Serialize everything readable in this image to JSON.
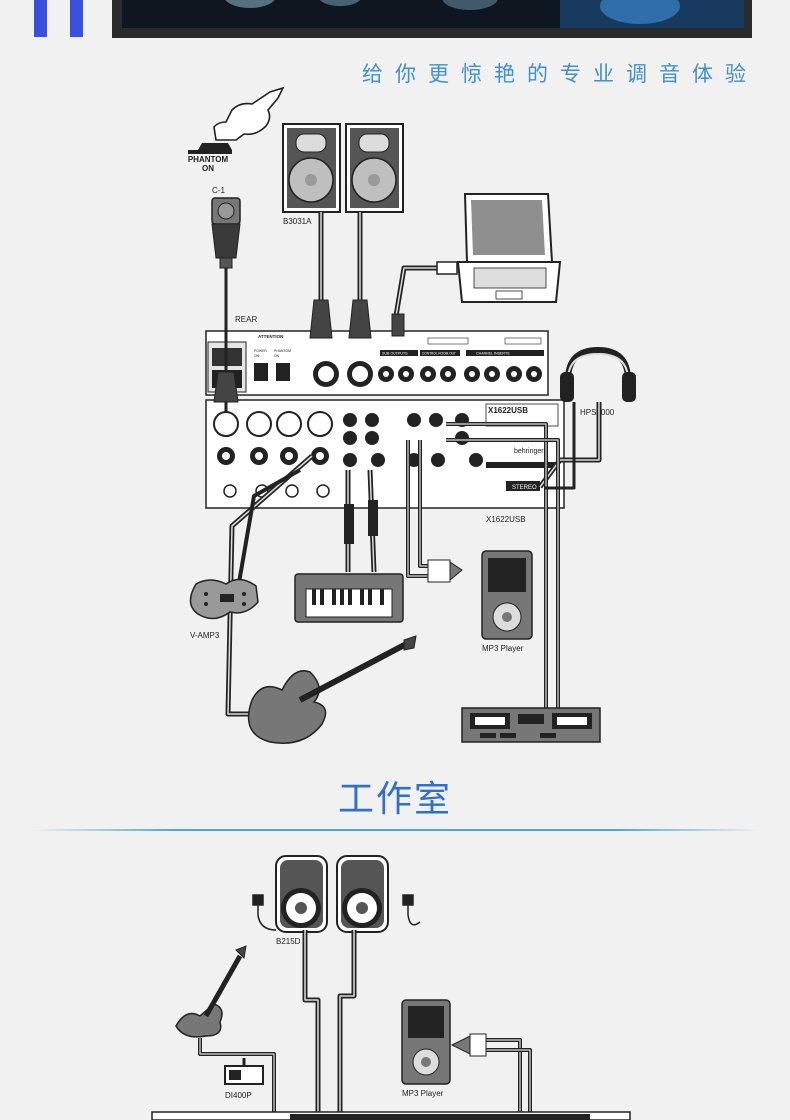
{
  "header": {
    "slogan": "给你更惊艳的专业调音体验"
  },
  "setup_diagram": {
    "labels": {
      "phantom": [
        "PHANTOM",
        "ON"
      ],
      "mic": "C-1",
      "monitors": "B3031A",
      "rear": "REAR",
      "headphones": "HPS3000",
      "mixer": "X1622USB",
      "amp_modeler": "V-AMP3",
      "mp3_player": "MP3 Player"
    },
    "mixer_panel": {
      "brand": "behringer",
      "model": "X1622USB",
      "stereo": "STEREO",
      "attention": "ATTENTION",
      "sub_outputs": "SUB OUTPUTS",
      "control_room_out": "CONTROL ROOM OUT",
      "channel_inserts": "CHANNEL INSERTS",
      "power": "POWER",
      "phantom": "PHANTOM",
      "on": "ON"
    }
  },
  "section": {
    "title": "工作室"
  },
  "studio_diagram": {
    "labels": {
      "speakers": "B215D",
      "mp3_player": "MP3 Player",
      "di_box": "DI400P"
    }
  },
  "colors": {
    "slogan": "#3f8fd2",
    "title": "#2f6fd0",
    "accent_bar": "#3a4fe0",
    "divider": "#4aa8d8",
    "diagram_ink": "#222222",
    "background": "#f1f1f1"
  }
}
